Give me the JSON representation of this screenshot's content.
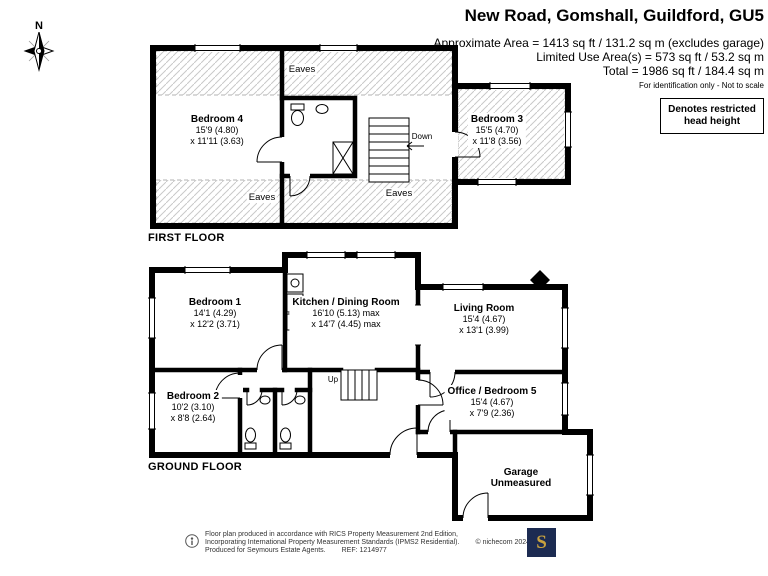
{
  "header": {
    "title": "New Road, Gomshall, Guildford, GU5",
    "approx_area": "Approximate Area = 1413 sq ft / 131.2 sq m (excludes garage)",
    "limited_area": "Limited Use Area(s) = 573 sq ft / 53.2 sq m",
    "total_area": "Total = 1986 sq ft / 184.4 sq m",
    "note": "For identification only - Not to scale",
    "legend": "Denotes restricted head height"
  },
  "compass": {
    "north": "N"
  },
  "first_floor": {
    "label": "FIRST FLOOR",
    "eaves": "Eaves",
    "down": "Down",
    "bedroom4": {
      "name": "Bedroom 4",
      "dim1": "15'9 (4.80)",
      "dim2": "x 11'11 (3.63)"
    },
    "bedroom3": {
      "name": "Bedroom 3",
      "dim1": "15'5 (4.70)",
      "dim2": "x 11'8 (3.56)"
    }
  },
  "ground_floor": {
    "label": "GROUND FLOOR",
    "up": "Up",
    "bedroom1": {
      "name": "Bedroom 1",
      "dim1": "14'1 (4.29)",
      "dim2": "x 12'2 (3.71)"
    },
    "kitchen": {
      "name": "Kitchen / Dining Room",
      "dim1": "16'10 (5.13) max",
      "dim2": "x 14'7 (4.45) max"
    },
    "living": {
      "name": "Living Room",
      "dim1": "15'4 (4.67)",
      "dim2": "x 13'1 (3.99)"
    },
    "bedroom2": {
      "name": "Bedroom 2",
      "dim1": "10'2 (3.10)",
      "dim2": "x 8'8 (2.64)"
    },
    "office": {
      "name": "Office / Bedroom 5",
      "dim1": "15'4 (4.67)",
      "dim2": "x 7'9 (2.36)"
    },
    "garage": {
      "name": "Garage",
      "dim1": "Unmeasured"
    }
  },
  "footer": {
    "line1": "Floor plan produced in accordance with RICS Property Measurement 2nd Edition,",
    "line2": "Incorporating International Property Measurement Standards (IPMS2 Residential).",
    "copyright": "© nichecom 2024.",
    "line3": "Produced for Seymours Estate Agents.",
    "ref": "REF: 1214977",
    "logo_letter": "S"
  },
  "colors": {
    "wall": "#000000",
    "hatch_line": "#c9c9c9",
    "logo_bg": "#1c2b52",
    "logo_gold": "#c8a13e"
  }
}
